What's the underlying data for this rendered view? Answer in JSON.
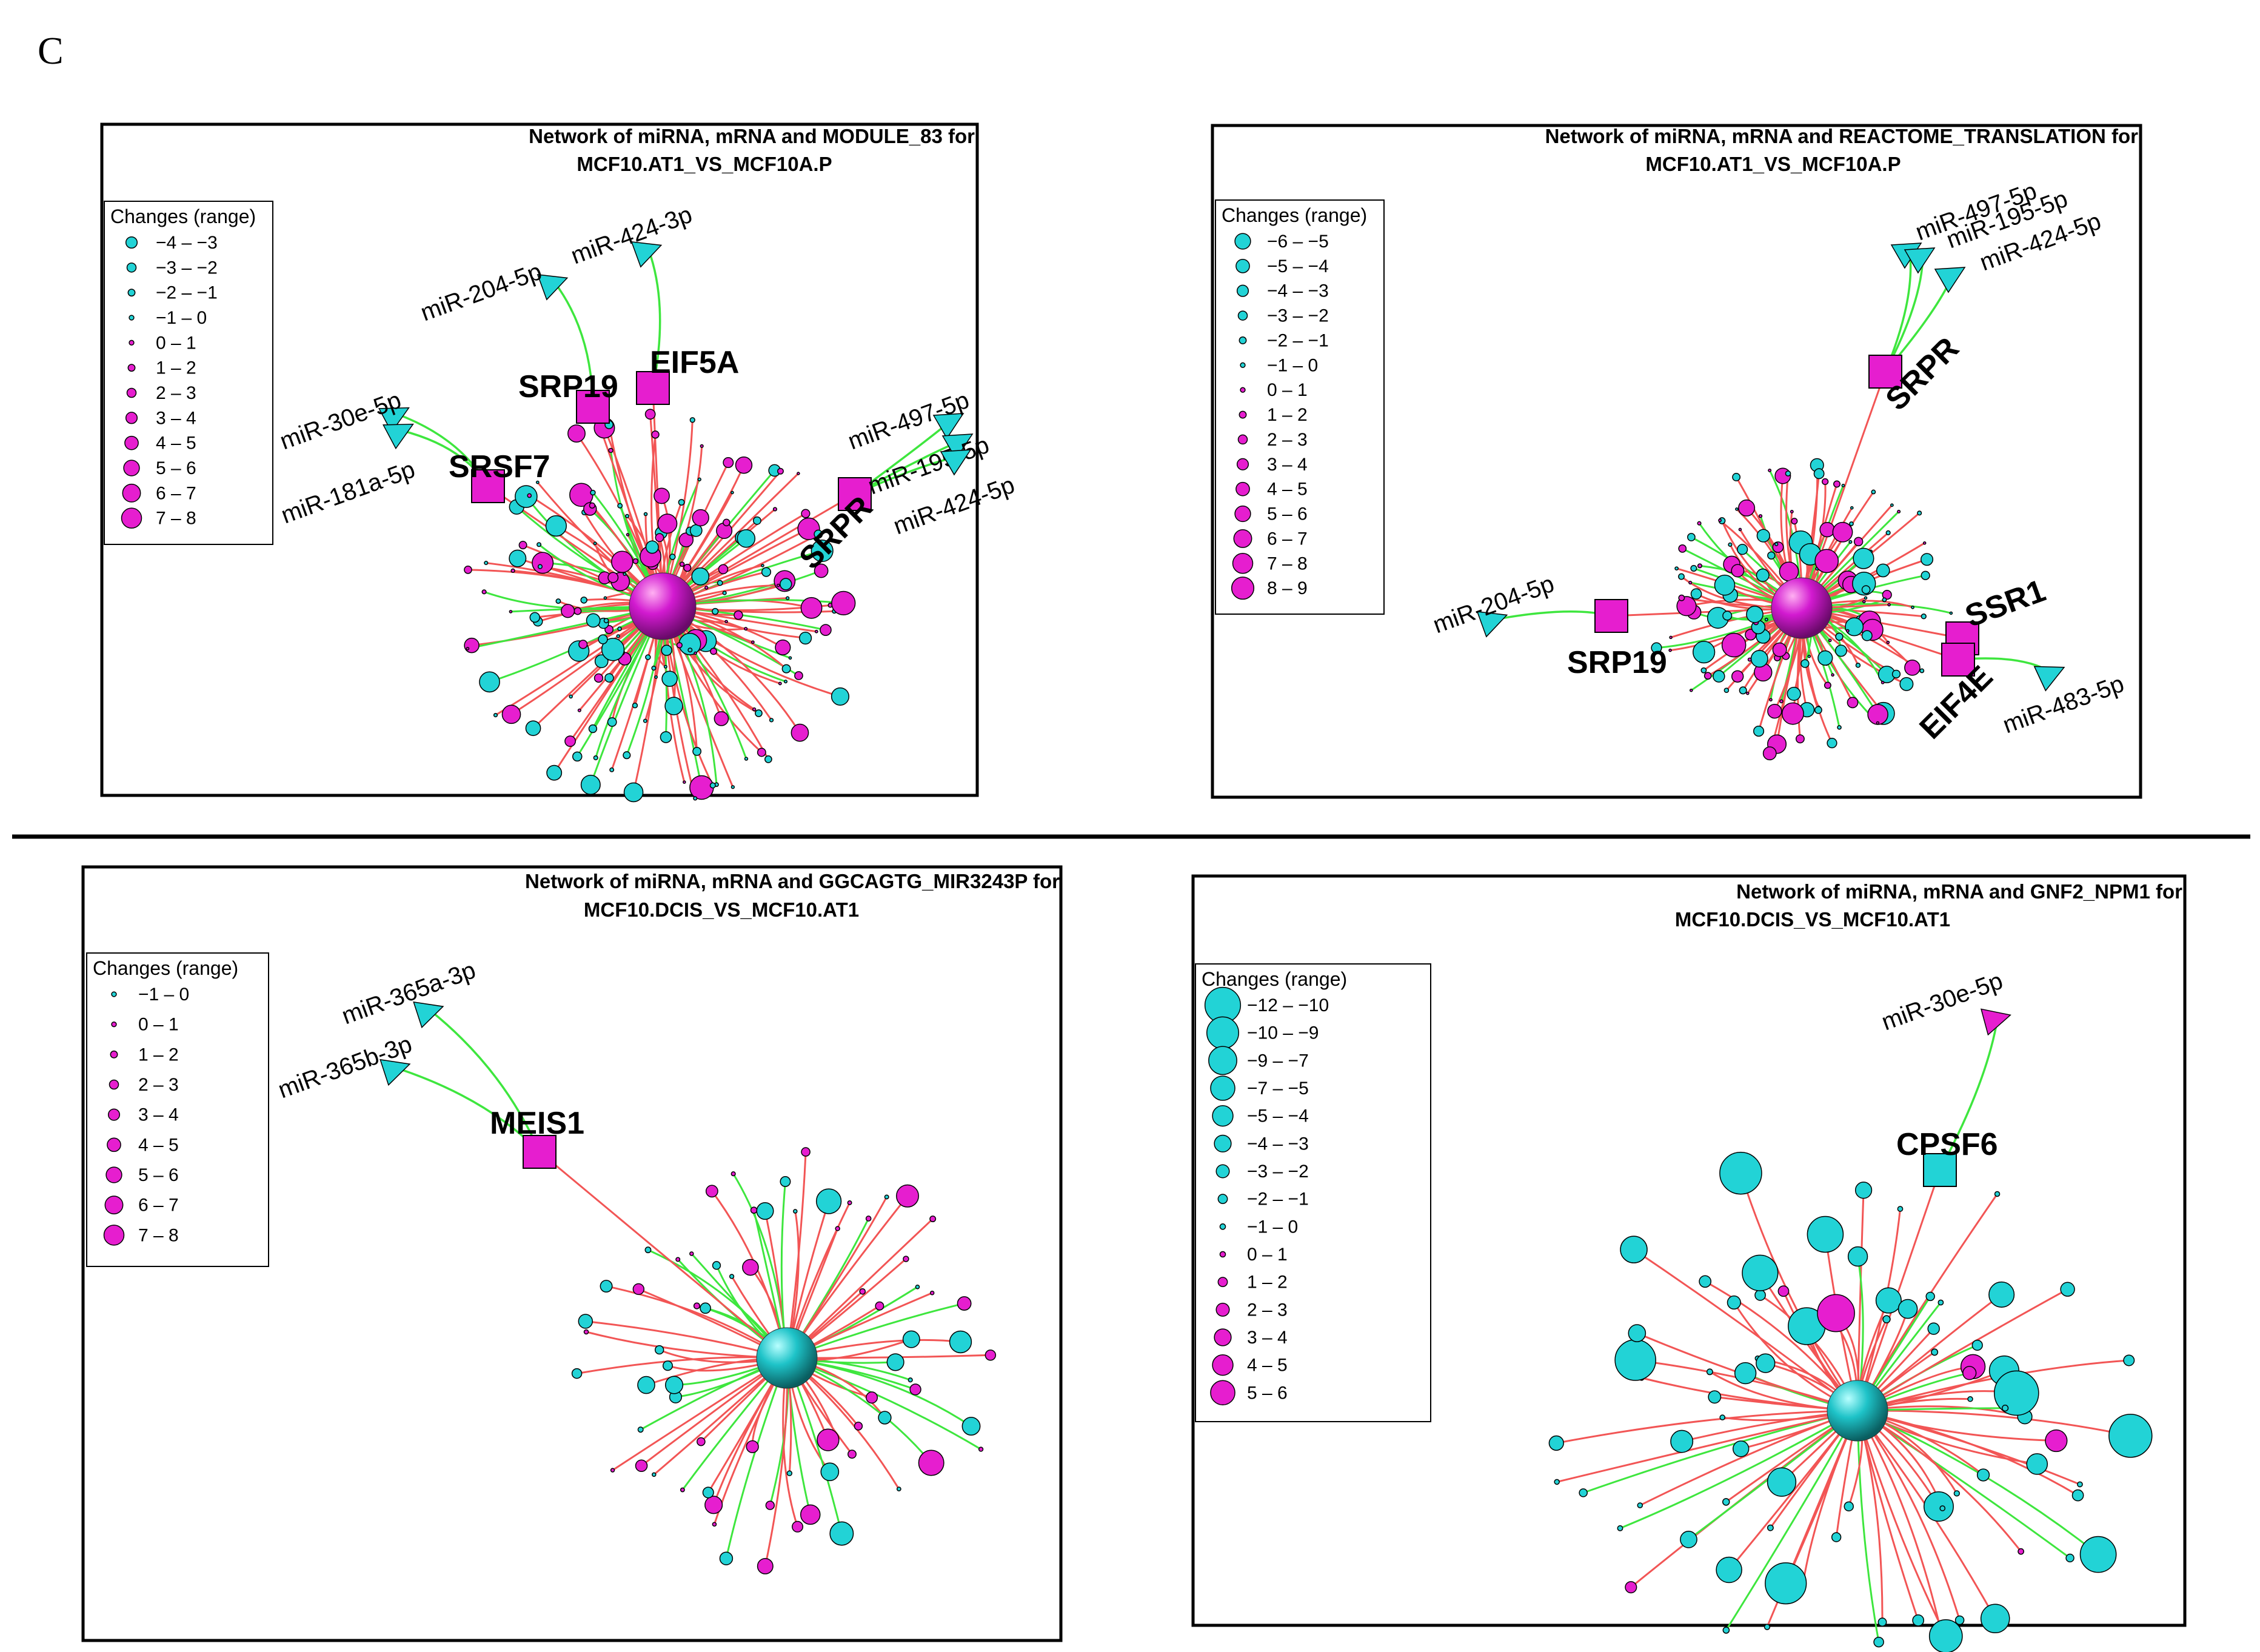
{
  "figure": {
    "panel_letter": "C"
  },
  "colors": {
    "cyan": "#22d3d6",
    "magenta": "#e61ecf",
    "edge_red": "#f25555",
    "edge_green": "#3ee63e",
    "line": "#000000"
  },
  "legend_title": "Changes (range)",
  "panels": [
    {
      "id": "p1",
      "title_line1": "Network of miRNA, mRNA and MODULE_83 for",
      "title_line2": "MCF10.AT1_VS_MCF10A.P",
      "hub_color": "magenta",
      "legend": [
        "−4 – −3",
        "−3 – −2",
        "−2 – −1",
        "−1 – 0",
        "0 – 1",
        "1 – 2",
        "2 – 3",
        "3 – 4",
        "4 – 5",
        "5 – 6",
        "6 – 7",
        "7 – 8"
      ],
      "hub_genes": [
        {
          "name": "SRP19",
          "color": "magenta",
          "mirnas": [
            "miR-204-5p"
          ]
        },
        {
          "name": "EIF5A",
          "color": "magenta",
          "mirnas": [
            "miR-424-3p"
          ]
        },
        {
          "name": "SRSF7",
          "color": "magenta",
          "mirnas": [
            "miR-30e-5p",
            "miR-181a-5p"
          ]
        },
        {
          "name": "SRPR",
          "color": "magenta",
          "mirnas": [
            "miR-497-5p",
            "miR-195-5p",
            "miR-424-5p"
          ]
        }
      ]
    },
    {
      "id": "p2",
      "title_line1": "Network of miRNA, mRNA and REACTOME_TRANSLATION for",
      "title_line2": "MCF10.AT1_VS_MCF10A.P",
      "hub_color": "magenta",
      "legend": [
        "−6 – −5",
        "−5 – −4",
        "−4 – −3",
        "−3 – −2",
        "−2 – −1",
        "−1 – 0",
        "0 – 1",
        "1 – 2",
        "2 – 3",
        "3 – 4",
        "4 – 5",
        "5 – 6",
        "6 – 7",
        "7 – 8",
        "8 – 9"
      ],
      "hub_genes": [
        {
          "name": "SRPR",
          "color": "magenta",
          "mirnas": [
            "miR-497-5p",
            "miR-195-5p",
            "miR-424-5p"
          ]
        },
        {
          "name": "SRP19",
          "color": "magenta",
          "mirnas": [
            "miR-204-5p"
          ]
        },
        {
          "name": "SSR1",
          "color": "magenta",
          "mirnas": []
        },
        {
          "name": "EIF4E",
          "color": "magenta",
          "mirnas": [
            "miR-483-5p"
          ]
        }
      ]
    },
    {
      "id": "p3",
      "title_line1": "Network of miRNA, mRNA and GGCAGTG_MIR3243P for",
      "title_line2": "MCF10.DCIS_VS_MCF10.AT1",
      "hub_color": "cyan",
      "legend": [
        "−1 – 0",
        "0 – 1",
        "1 – 2",
        "2 – 3",
        "3 – 4",
        "4 – 5",
        "5 – 6",
        "6 – 7",
        "7 – 8"
      ],
      "hub_genes": [
        {
          "name": "MEIS1",
          "color": "magenta",
          "mirnas": [
            "miR-365a-3p",
            "miR-365b-3p"
          ]
        }
      ]
    },
    {
      "id": "p4",
      "title_line1": "Network of miRNA, mRNA and GNF2_NPM1 for",
      "title_line2": "MCF10.DCIS_VS_MCF10.AT1",
      "hub_color": "cyan",
      "legend": [
        "−12 – −10",
        "−10 – −9",
        "−9 – −7",
        "−7 – −5",
        "−5 – −4",
        "−4 – −3",
        "−3 – −2",
        "−2 – −1",
        "−1 – 0",
        "0 – 1",
        "1 – 2",
        "2 – 3",
        "3 – 4",
        "4 – 5",
        "5 – 6"
      ],
      "hub_genes": [
        {
          "name": "CPSF6",
          "color": "cyan",
          "mirnas": [
            "miR-30e-5p"
          ]
        }
      ]
    }
  ]
}
